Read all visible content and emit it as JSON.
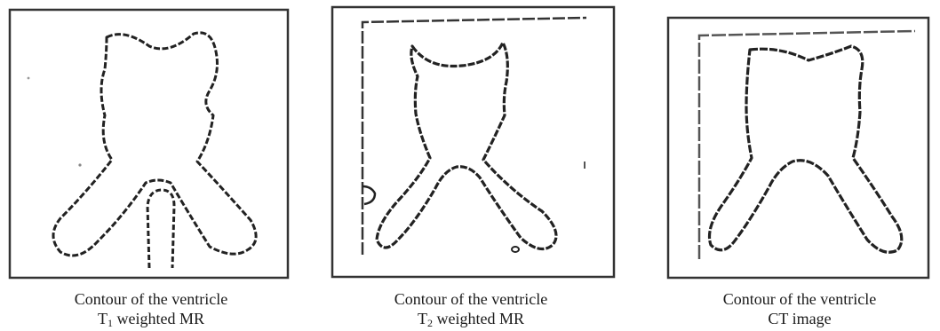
{
  "panels": [
    {
      "caption_line1": "Contour of the ventricle",
      "caption_prefix": "T",
      "caption_sub": "1",
      "caption_suffix": " weighted MR"
    },
    {
      "caption_line1": "Contour of the ventricle",
      "caption_prefix": "T",
      "caption_sub": "2",
      "caption_suffix": " weighted MR"
    },
    {
      "caption_line1": "Contour of the ventricle",
      "caption_prefix": "",
      "caption_sub": "",
      "caption_suffix": "CT image"
    }
  ],
  "colors": {
    "stroke": "#222222",
    "frame": "#333333",
    "text": "#1a1a1a"
  }
}
